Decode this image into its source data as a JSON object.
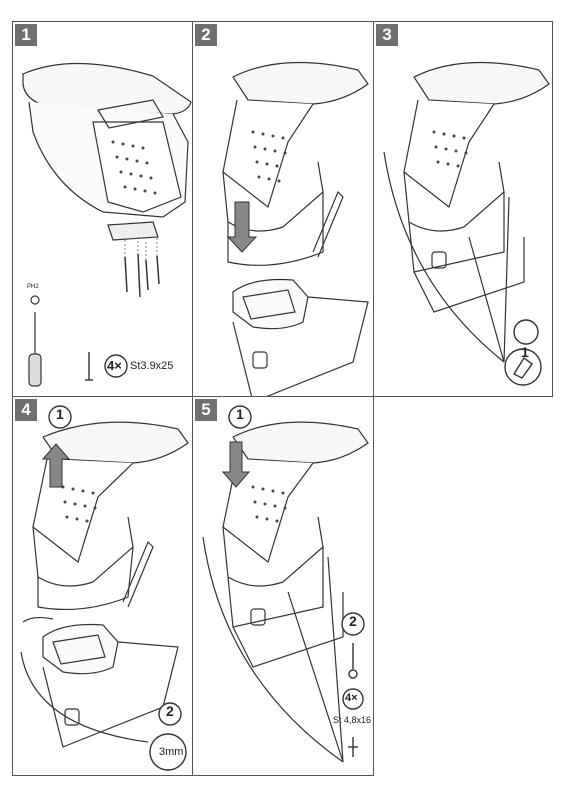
{
  "steps": [
    {
      "number": "1",
      "qty": "4×",
      "screw": "St3.9x25",
      "tool": "PH2"
    },
    {
      "number": "2"
    },
    {
      "number": "3",
      "callout": "1"
    },
    {
      "number": "4",
      "callout1": "1",
      "callout2": "2",
      "drill": "3mm"
    },
    {
      "number": "5",
      "callout1": "1",
      "callout2": "2",
      "qty": "4×",
      "screw": "St 4,8x16"
    }
  ]
}
